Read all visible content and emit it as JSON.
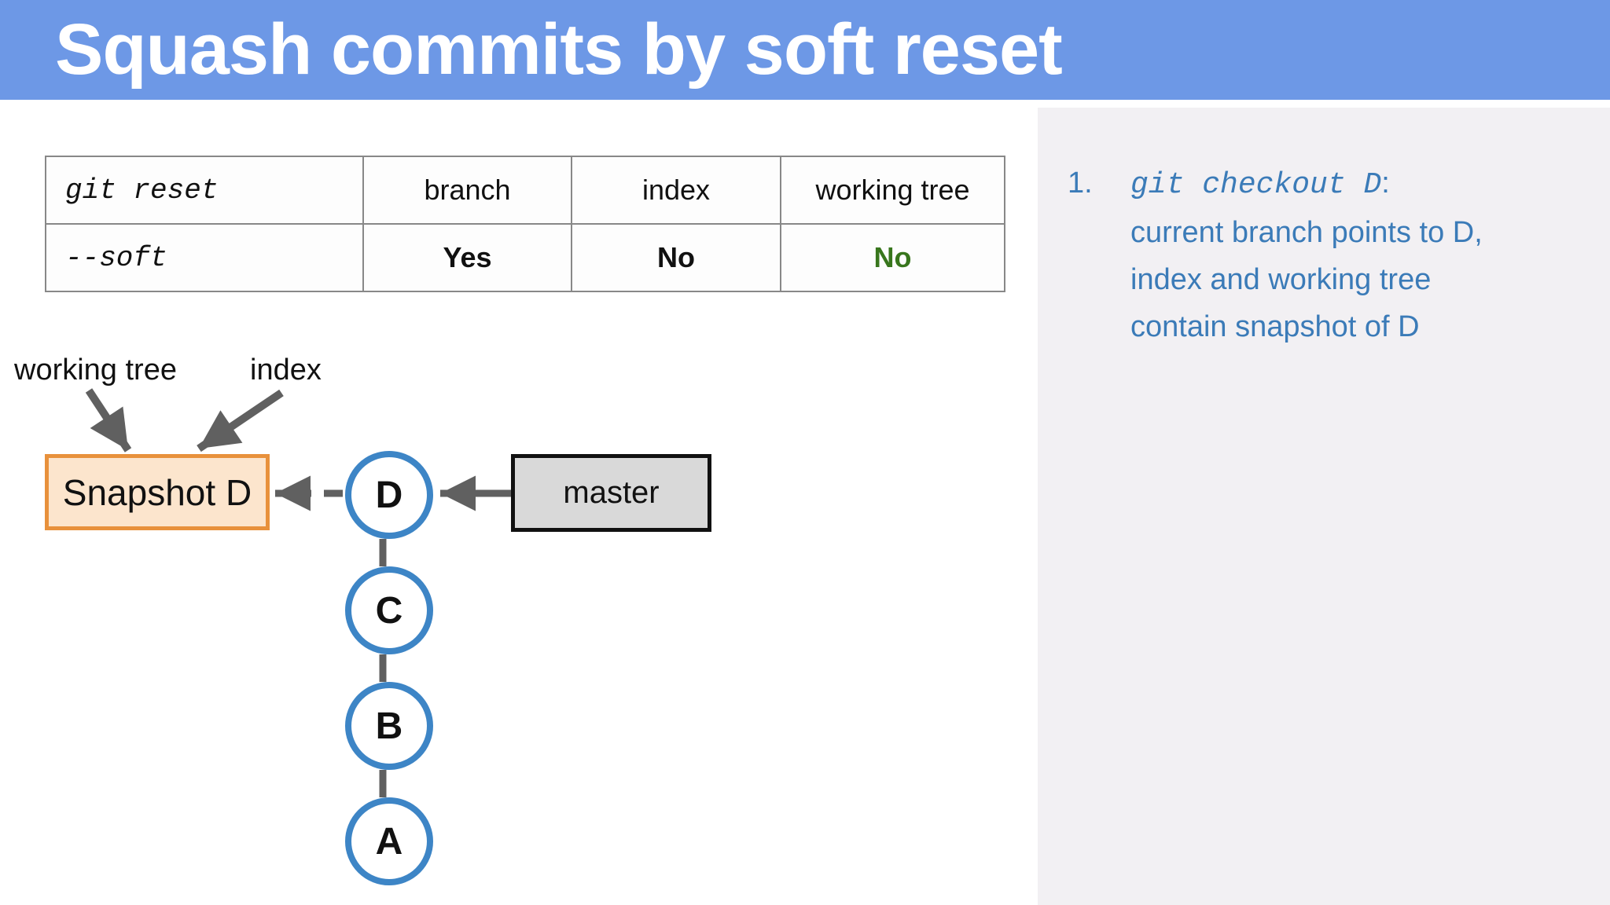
{
  "slide": {
    "title": "Squash commits by soft reset"
  },
  "table": {
    "columns": [
      "git reset",
      "branch",
      "index",
      "working tree"
    ],
    "rows": [
      [
        "--soft",
        "Yes",
        "No",
        "No"
      ]
    ],
    "working_tree_no_color": "#38761d"
  },
  "diagram": {
    "working_tree_label": "working tree",
    "index_label": "index",
    "snapshot_box_label": "Snapshot D",
    "branch_box_label": "master",
    "commits": [
      "D",
      "C",
      "B",
      "A"
    ]
  },
  "notes": {
    "item_number": "1.",
    "code": "git checkout D",
    "separator": ":",
    "lines": [
      "current branch points to D,",
      "index and working tree",
      "contain snapshot of D"
    ]
  },
  "colors": {
    "header_bg": "#6d98e6",
    "panel_bg": "#f2f0f3",
    "notes_text": "#3b7bb8",
    "commit_circle_stroke": "#3d85c6",
    "snapshot_border": "#e8913c",
    "snapshot_fill": "#fce5cd",
    "master_fill": "#d9d9d9",
    "arrow_gray": "#606060",
    "green_no": "#38761d"
  }
}
